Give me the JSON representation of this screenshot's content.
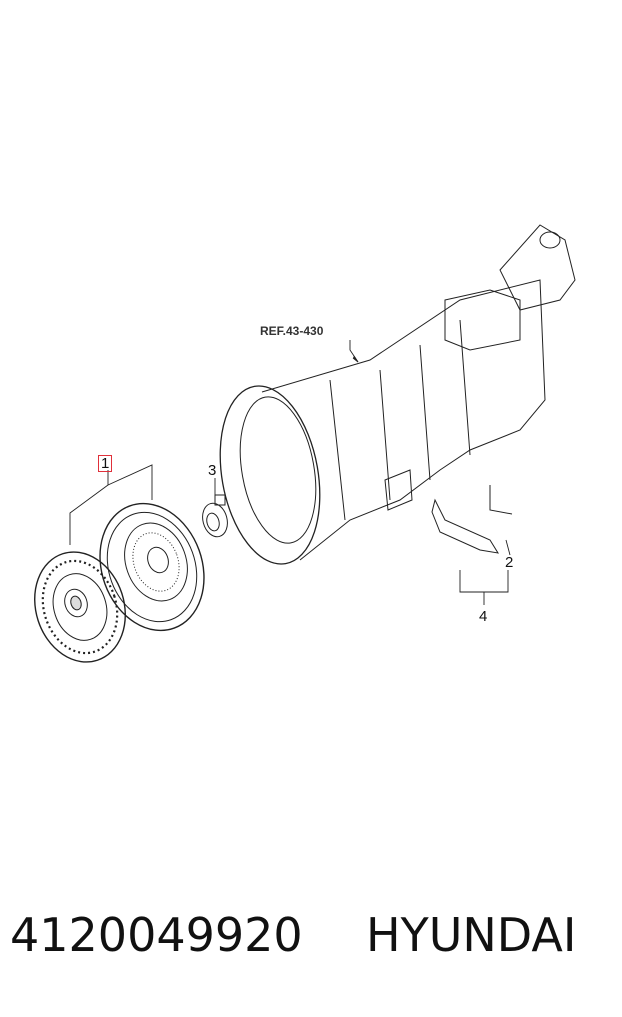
{
  "diagram": {
    "ref_label": "REF.43-430",
    "callouts": {
      "c1": "1",
      "c2": "2",
      "c3": "3",
      "c4": "4"
    },
    "highlight_color": "#e0303a"
  },
  "footer": {
    "part_number": "4120049920",
    "brand": "HYUNDAI"
  }
}
